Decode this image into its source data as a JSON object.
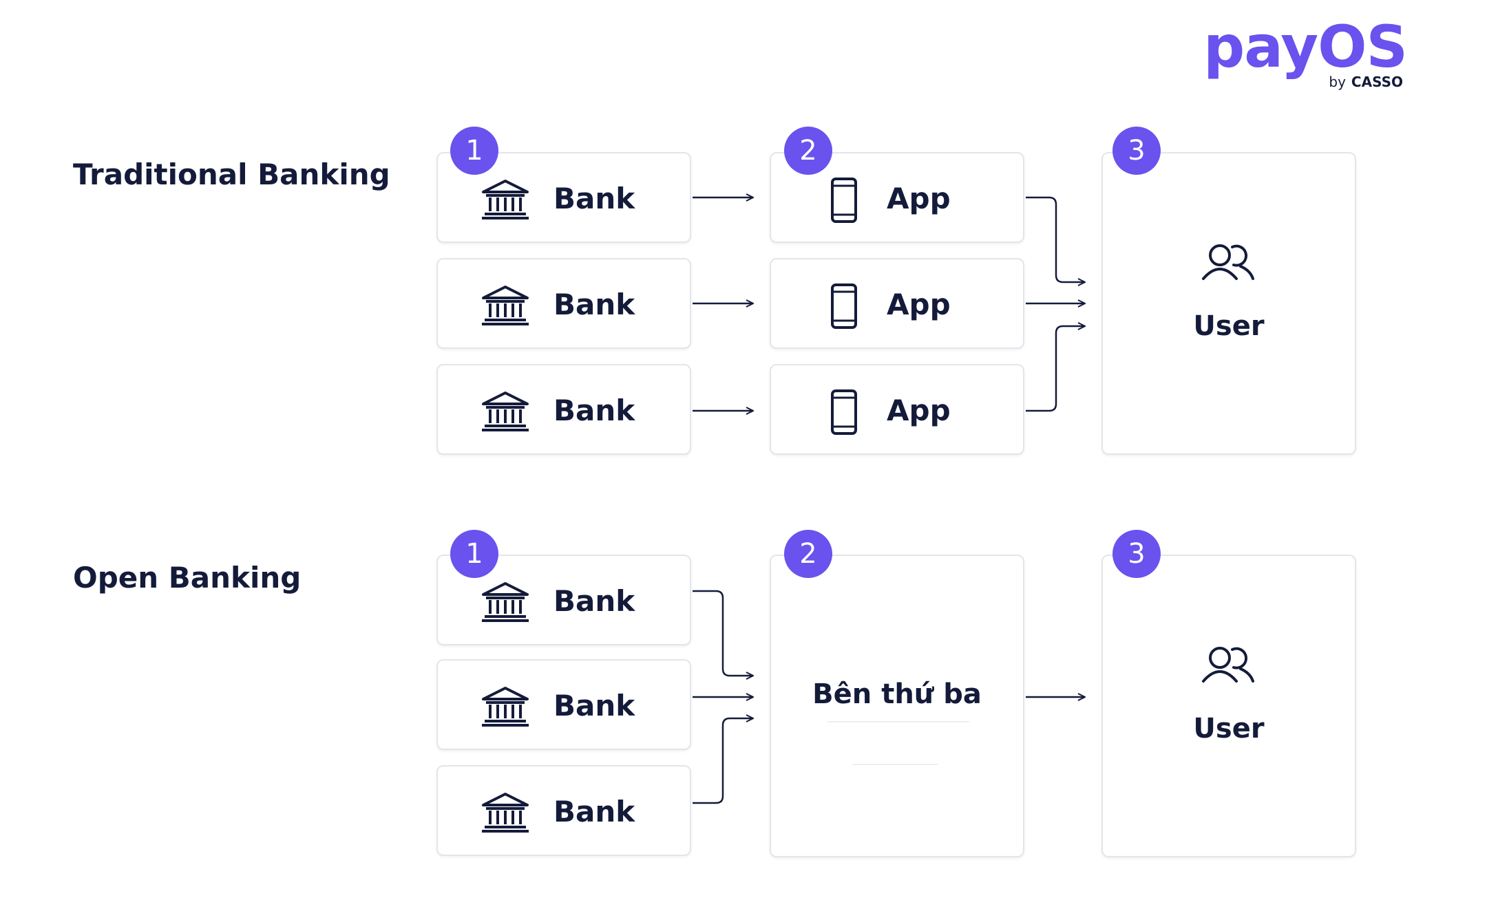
{
  "logo": {
    "word": "payOS",
    "by": "by",
    "brand": "CASSO",
    "color": "#6952ee"
  },
  "colors": {
    "accent": "#6952ee",
    "text": "#141b3a",
    "border": "#e3e5ea"
  },
  "traditional": {
    "title": "Traditional Banking",
    "steps": [
      "1",
      "2",
      "3"
    ],
    "banks": [
      {
        "label": "Bank",
        "icon": "bank-icon"
      },
      {
        "label": "Bank",
        "icon": "bank-icon"
      },
      {
        "label": "Bank",
        "icon": "bank-icon"
      }
    ],
    "apps": [
      {
        "label": "App",
        "icon": "phone-icon"
      },
      {
        "label": "App",
        "icon": "phone-icon"
      },
      {
        "label": "App",
        "icon": "phone-icon"
      }
    ],
    "user": {
      "label": "User",
      "icon": "users-icon"
    }
  },
  "open": {
    "title": "Open Banking",
    "steps": [
      "1",
      "2",
      "3"
    ],
    "banks": [
      {
        "label": "Bank",
        "icon": "bank-icon"
      },
      {
        "label": "Bank",
        "icon": "bank-icon"
      },
      {
        "label": "Bank",
        "icon": "bank-icon"
      }
    ],
    "third_party": {
      "label": "Bên thứ ba"
    },
    "user": {
      "label": "User",
      "icon": "users-icon"
    }
  }
}
